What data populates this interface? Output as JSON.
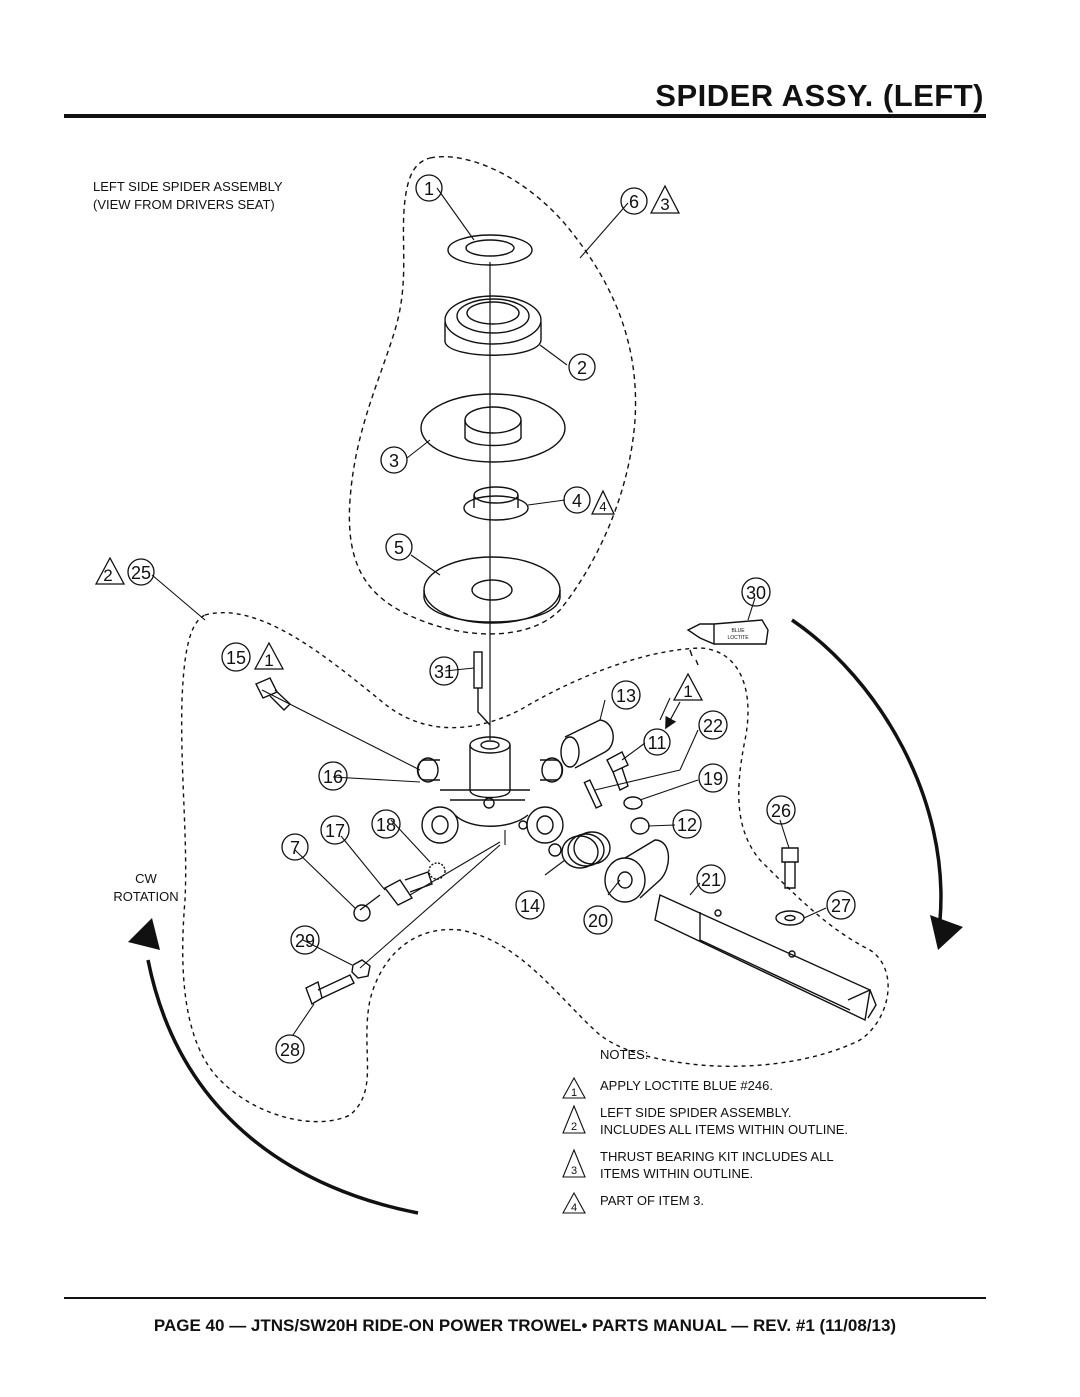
{
  "header": {
    "title": "SPIDER ASSY. (LEFT)"
  },
  "caption": {
    "line1": "LEFT SIDE SPIDER ASSEMBLY",
    "line2": "(VIEW FROM DRIVERS SEAT)"
  },
  "rotation": {
    "line1": "CW",
    "line2": "ROTATION"
  },
  "loctite_tube": {
    "line1": "BLUE",
    "line2": "LOCTITE"
  },
  "callouts": {
    "c1": "1",
    "c2": "2",
    "c3": "3",
    "c4": "4",
    "c5": "5",
    "c6": "6",
    "c7": "7",
    "c11": "11",
    "c12": "12",
    "c13": "13",
    "c14": "14",
    "c15": "15",
    "c16": "16",
    "c17": "17",
    "c18": "18",
    "c19": "19",
    "c20": "20",
    "c21": "21",
    "c22": "22",
    "c25": "25",
    "c26": "26",
    "c27": "27",
    "c28": "28",
    "c29": "29",
    "c30": "30",
    "c31": "31"
  },
  "flags": {
    "f_6": "3",
    "f_4": "4",
    "f_25": "2",
    "f_15": "1",
    "f_13": "1"
  },
  "notes": {
    "header": "NOTES:",
    "items": [
      {
        "num": "1",
        "line1": "APPLY LOCTITE BLUE #246.",
        "line2": ""
      },
      {
        "num": "2",
        "line1": "LEFT SIDE SPIDER ASSEMBLY.",
        "line2": "INCLUDES ALL ITEMS WITHIN OUTLINE."
      },
      {
        "num": "3",
        "line1": "THRUST BEARING KIT INCLUDES ALL",
        "line2": "ITEMS WITHIN OUTLINE."
      },
      {
        "num": "4",
        "line1": "PART OF ITEM 3.",
        "line2": ""
      }
    ]
  },
  "footer": {
    "text": "PAGE 40 — JTNS/SW20H RIDE-ON POWER TROWEL• PARTS MANUAL — REV. #1 (11/08/13)"
  }
}
